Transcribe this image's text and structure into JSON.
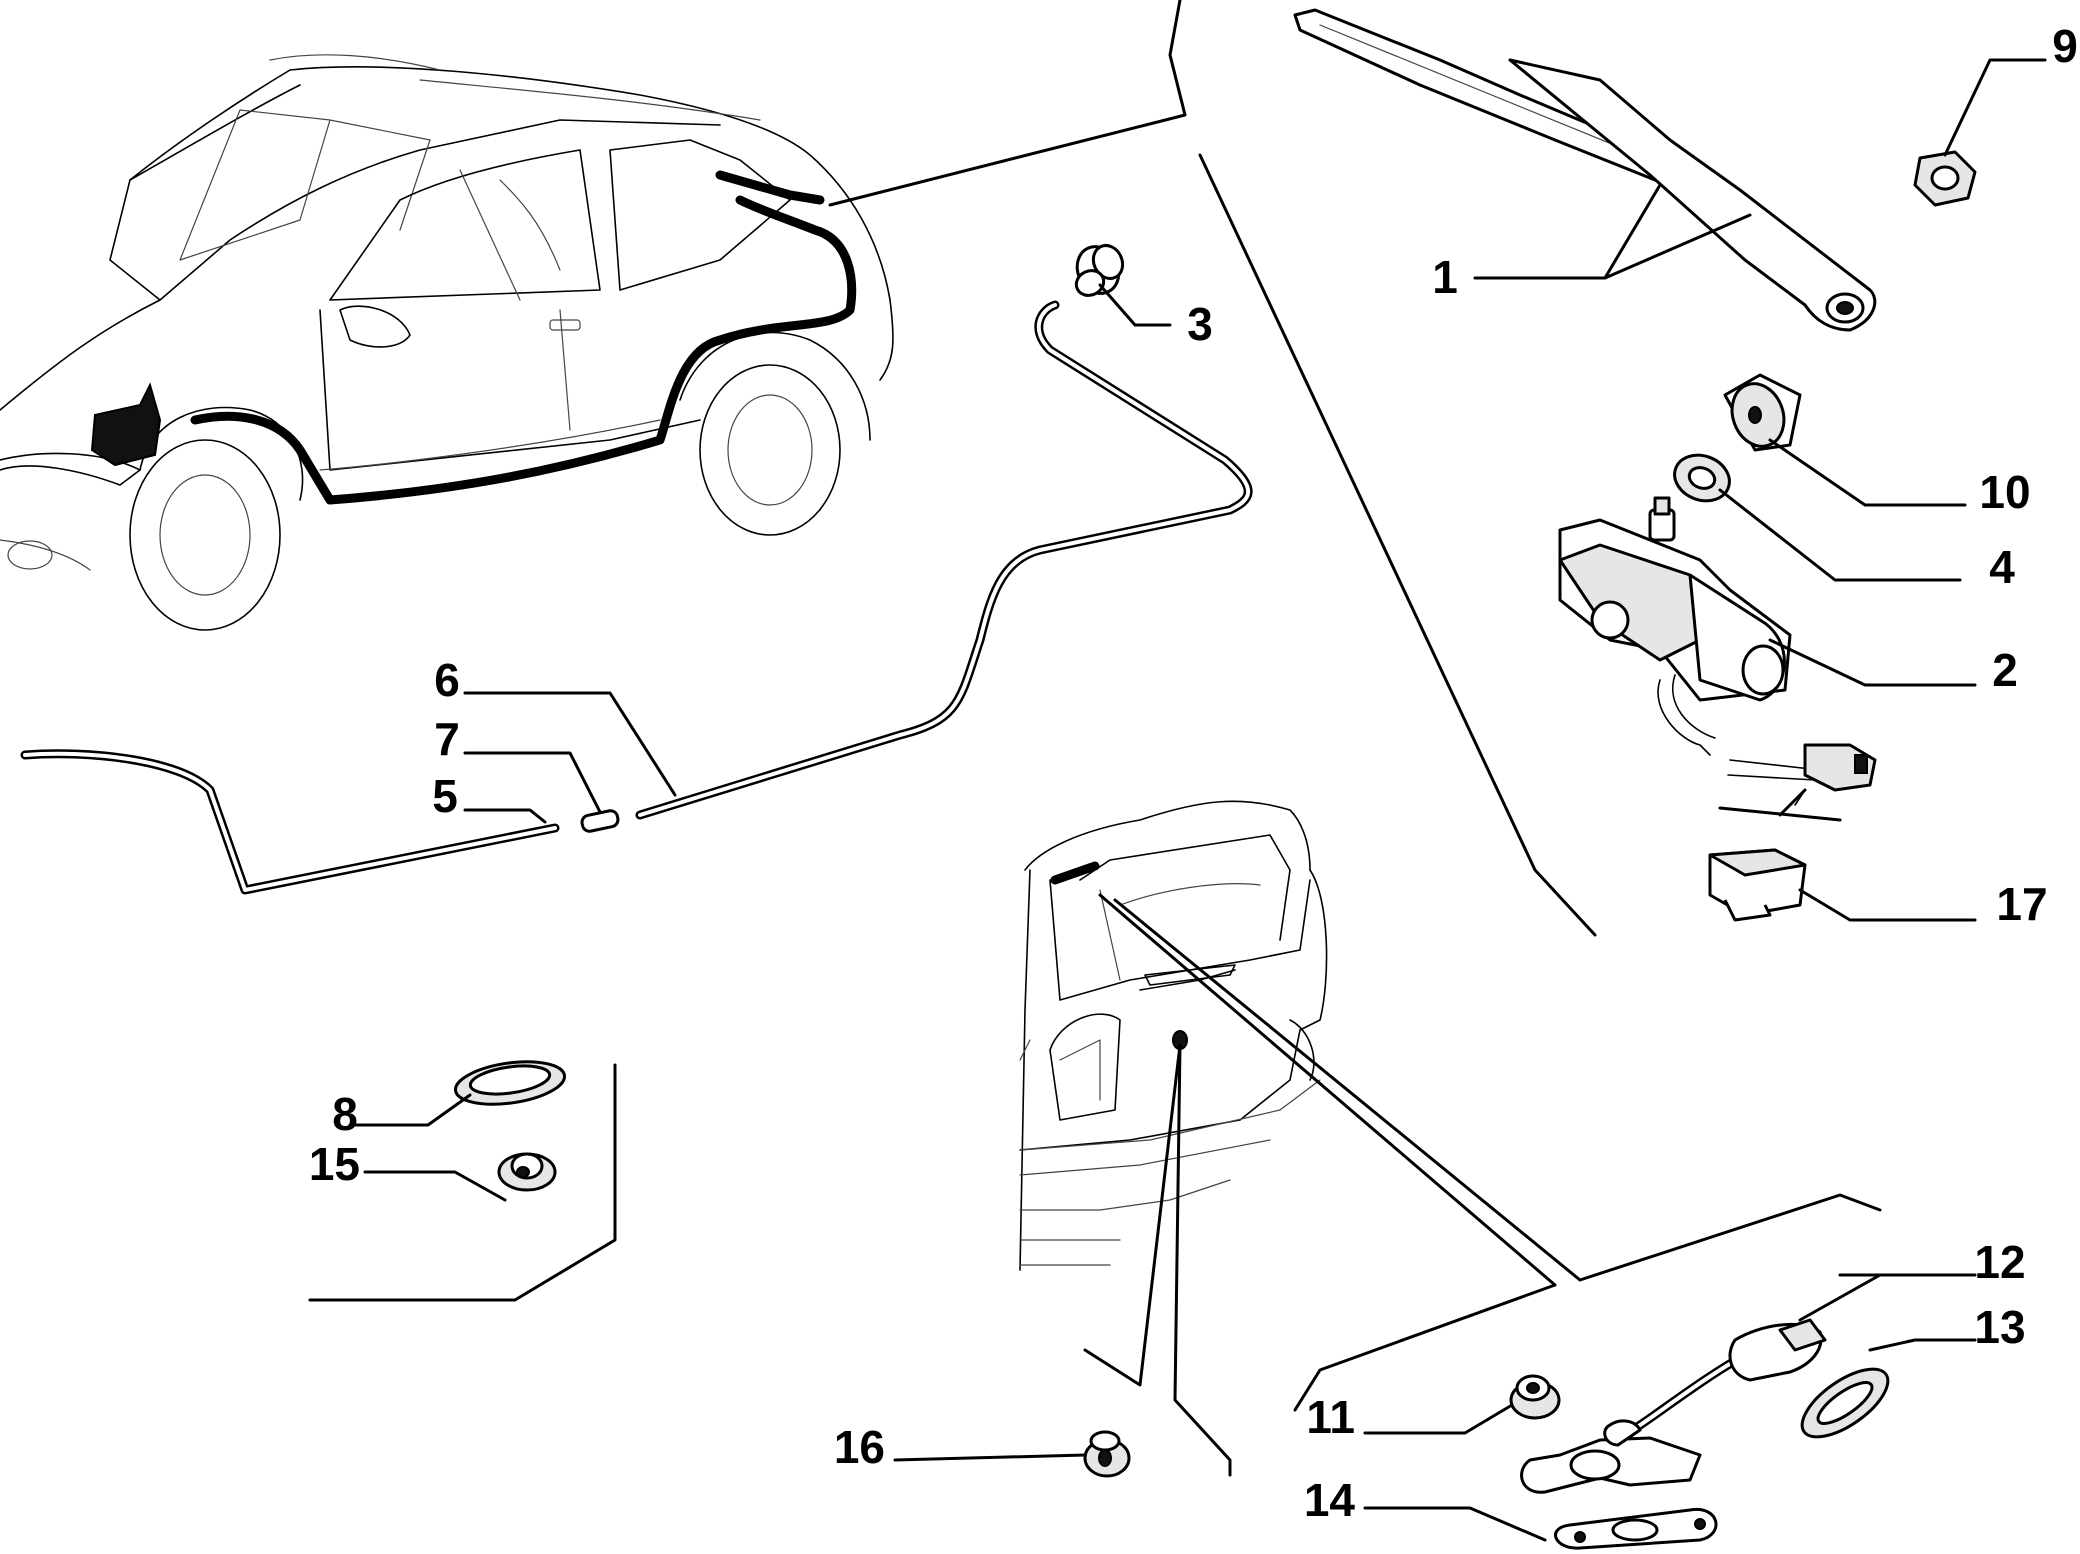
{
  "diagram": {
    "parts": [
      {
        "id": "p1",
        "number": "1",
        "icon": "wiper-arm-blade"
      },
      {
        "id": "p2",
        "number": "2",
        "icon": "wiper-motor"
      },
      {
        "id": "p3",
        "number": "3",
        "icon": "washer-nozzle"
      },
      {
        "id": "p4",
        "number": "4",
        "icon": "washer-ring"
      },
      {
        "id": "p5",
        "number": "5",
        "icon": "hose-section"
      },
      {
        "id": "p6",
        "number": "6",
        "icon": "hose-section"
      },
      {
        "id": "p7",
        "number": "7",
        "icon": "hose-connector"
      },
      {
        "id": "p8",
        "number": "8",
        "icon": "grommet-oval"
      },
      {
        "id": "p9",
        "number": "9",
        "icon": "nut"
      },
      {
        "id": "p10",
        "number": "10",
        "icon": "cap"
      },
      {
        "id": "p11",
        "number": "11",
        "icon": "bush"
      },
      {
        "id": "p12",
        "number": "12",
        "icon": "elbow-hose"
      },
      {
        "id": "p13",
        "number": "13",
        "icon": "grommet-oval"
      },
      {
        "id": "p14",
        "number": "14",
        "icon": "gasket"
      },
      {
        "id": "p15",
        "number": "15",
        "icon": "clip"
      },
      {
        "id": "p16",
        "number": "16",
        "icon": "grommet-round"
      },
      {
        "id": "p17",
        "number": "17",
        "icon": "connector-block"
      }
    ]
  }
}
